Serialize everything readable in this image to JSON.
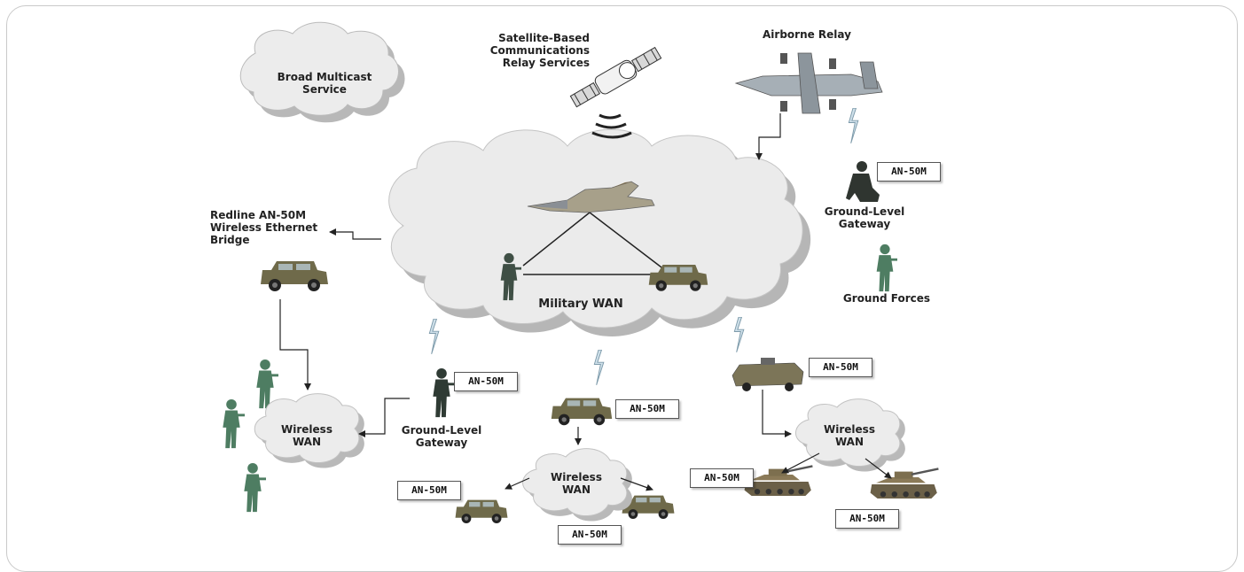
{
  "labels": {
    "broad_multicast": "Broad Multicast\nService",
    "satellite": "Satellite-Based\nCommunications\nRelay Services",
    "airborne_relay": "Airborne Relay",
    "gateway_right": "Ground-Level\nGateway",
    "ground_forces": "Ground Forces",
    "redline_bridge": "Redline AN-50M\nWireless Ethernet\nBridge",
    "military_wan": "Military WAN",
    "gateway_center": "Ground-Level\nGateway",
    "wireless_wan_left": "Wireless\nWAN",
    "wireless_wan_center": "Wireless\nWAN",
    "wireless_wan_right": "Wireless\nWAN"
  },
  "tags": {
    "gateway_right": "AN-50M",
    "gateway_center": "AN-50M",
    "humvee_center": "AN-50M",
    "apc_right": "AN-50M",
    "humvee_bottom_left": "AN-50M",
    "humvee_bottom_right": "AN-50M",
    "tank_left": "AN-50M",
    "tank_right": "AN-50M"
  },
  "colors": {
    "cloud_fill": "#e9e9e9",
    "cloud_shadow": "#b8b8b8",
    "soldier_green": "#4e7d62",
    "vehicle_tan": "#8a7a52",
    "connector": "#222222"
  }
}
